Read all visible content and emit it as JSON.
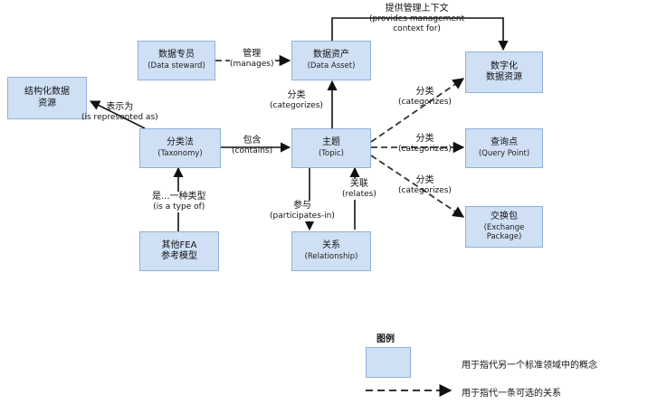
{
  "nodes": {
    "steward": {
      "zh": "数据专员",
      "en": "(Data steward)"
    },
    "asset": {
      "zh": "数据资产",
      "en": "(Data Asset)"
    },
    "digital": {
      "zh": "数字化",
      "zh2": "数据资源"
    },
    "structured": {
      "zh": "结构化数据",
      "zh2": "资源"
    },
    "taxonomy": {
      "zh": "分类法",
      "en": "(Taxonomy)"
    },
    "topic": {
      "zh": "主题",
      "en": "(Topic)"
    },
    "query": {
      "zh": "查询点",
      "en": "(Query Point)"
    },
    "exchange": {
      "zh": "交换包",
      "en": "(Exchange",
      "en2": "Package)"
    },
    "fea": {
      "zh": "其他FEA",
      "zh2": "参考模型"
    },
    "relationship": {
      "zh": "关系",
      "en": "(Relationship)"
    }
  },
  "edges": {
    "context": {
      "zh": "提供管理上下文",
      "en": "(provides management",
      "en2": "context for)"
    },
    "manages": {
      "zh": "管理",
      "en": "(manages)"
    },
    "categorizes_asset": {
      "zh": "分类",
      "en": "(categorizes)"
    },
    "represented": {
      "zh": "表示为",
      "en": "(is represented as)"
    },
    "contains": {
      "zh": "包含",
      "en": "(contains)"
    },
    "categorizes_digital": {
      "zh": "分类",
      "en": "(categorizes)"
    },
    "categorizes_query": {
      "zh": "分类",
      "en": "(categorizes)"
    },
    "categorizes_exchange": {
      "zh": "分类",
      "en": "(categorizes)"
    },
    "type_of": {
      "zh": "是...一种类型",
      "en": "(is a type of)"
    },
    "participates": {
      "zh": "参与",
      "en": "(participates-in)"
    },
    "relates": {
      "zh": "关联",
      "en": "(relates)"
    }
  },
  "legend": {
    "title": "图例",
    "box_text": "用于指代另一个标准领域中的概念",
    "line_text": "用于指代一条可选的关系"
  }
}
